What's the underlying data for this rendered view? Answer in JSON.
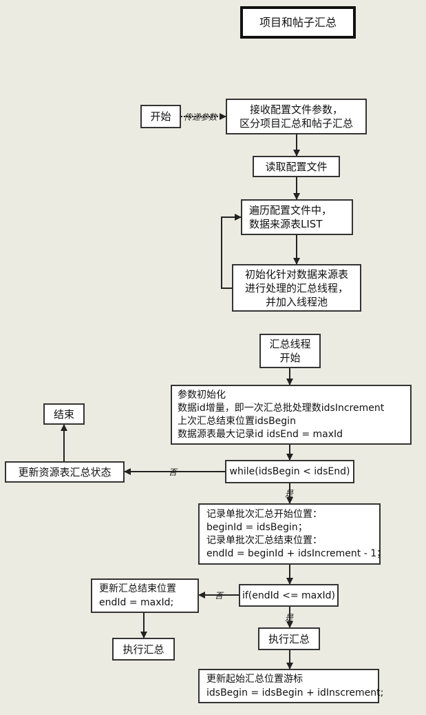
{
  "title": "项目和帖子汇总",
  "nodes": {
    "start": "开始",
    "receive_config": [
      "接收配置文件参数，",
      "区分项目汇总和帖子汇总"
    ],
    "read_config": "读取配置文件",
    "traverse_config": [
      "遍历配置文件中，",
      "数据来源表LIST"
    ],
    "init_thread": [
      "初始化针对数据来源表",
      "进行处理的汇总线程，",
      "并加入线程池"
    ],
    "summary_thread_start": [
      "汇总线程",
      "开始"
    ],
    "param_init": [
      "参数初始化",
      "数据id增量，即一次汇总批处理数idsIncrement",
      "上次汇总结束位置idsBegin",
      "数据源表最大记录id idsEnd = maxId"
    ],
    "while_loop": "while(idsBegin < idsEnd)",
    "update_status": "更新资源表汇总状态",
    "end": "结束",
    "record_batch": [
      "记录单批次汇总开始位置：",
      "beginId = idsBegin；",
      "记录单批次汇总结束位置：",
      "endId = beginId + idsIncrement - 1；"
    ],
    "if_check": "if(endId <= maxId)",
    "update_end_pos": [
      "更新汇总结束位置",
      "endId = maxId;"
    ],
    "exec_left": "执行汇总",
    "exec_right": "执行汇总",
    "update_start_pos": [
      "更新起始汇总位置游标",
      "idsBegin = idsBegin + idInscrement;"
    ]
  },
  "edge_labels": {
    "pass_params": "传递参数",
    "no_while": "否",
    "yes_while": "是",
    "no_if": "否",
    "yes_if": "是"
  }
}
